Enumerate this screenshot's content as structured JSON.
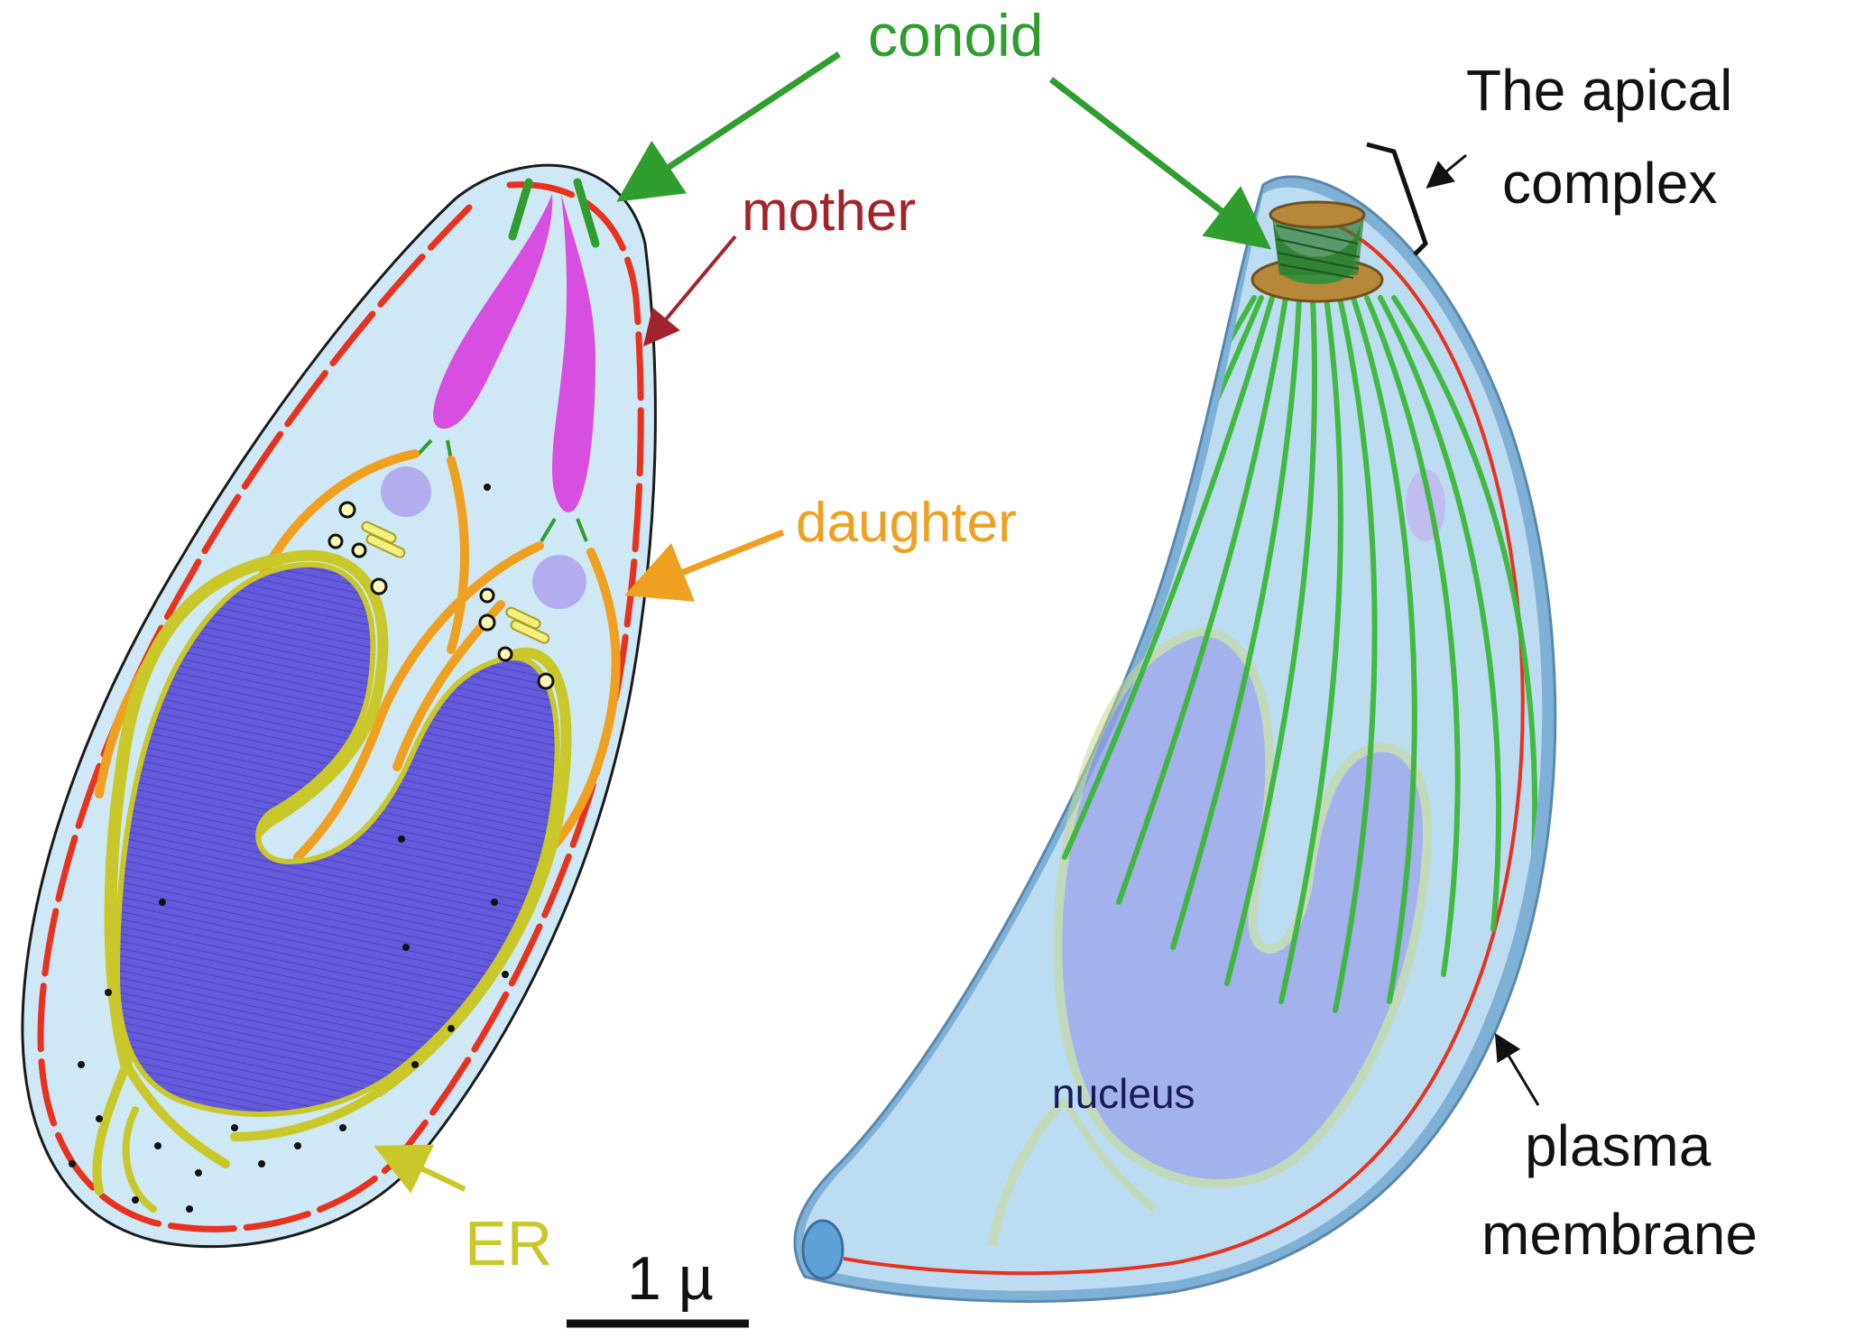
{
  "labels": {
    "conoid": "conoid",
    "mother": "mother",
    "daughter": "daughter",
    "er": "ER",
    "scale": "1 µ",
    "apical_line1": "The apical",
    "apical_line2": "complex",
    "nucleus": "nucleus",
    "plasma_line1": "plasma",
    "plasma_line2": "membrane"
  },
  "colors": {
    "conoid": "#2f9e2f",
    "mother": "#a3232b",
    "daughter": "#f0a020",
    "er": "#c8c82a",
    "cytoplasm": "#cfe8f6",
    "nucleus": "#6459dc",
    "rhoptry": "#d84ee0",
    "mother_membrane": "#e8321e",
    "pellicle": "#7fb0d6",
    "microtubule": "#3cb838",
    "text_black": "#111111"
  }
}
